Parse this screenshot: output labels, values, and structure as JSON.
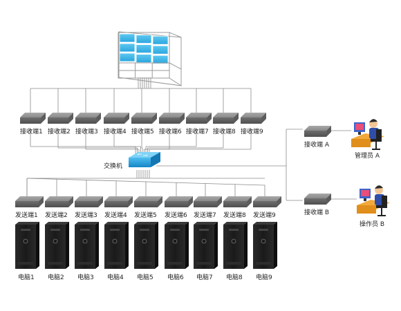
{
  "video_wall": {
    "rows": 3,
    "cols": 3,
    "panel_color": "#3ab7ea",
    "frame_color": "#9a9a9a"
  },
  "switch": {
    "label": "交换机",
    "color": "#2aa3e0"
  },
  "receivers": [
    {
      "label": "接收端1"
    },
    {
      "label": "接收端2"
    },
    {
      "label": "接收端3"
    },
    {
      "label": "接收端4"
    },
    {
      "label": "接收端5"
    },
    {
      "label": "接收端6"
    },
    {
      "label": "接收端7"
    },
    {
      "label": "接收端8"
    },
    {
      "label": "接收端9"
    }
  ],
  "senders": [
    {
      "label": "发送端1"
    },
    {
      "label": "发送端2"
    },
    {
      "label": "发送端3"
    },
    {
      "label": "发送端4"
    },
    {
      "label": "发送端5"
    },
    {
      "label": "发送端6"
    },
    {
      "label": "发送端7"
    },
    {
      "label": "发送端8"
    },
    {
      "label": "发送端9"
    }
  ],
  "computers": [
    {
      "label": "电脑1"
    },
    {
      "label": "电脑2"
    },
    {
      "label": "电脑3"
    },
    {
      "label": "电脑4"
    },
    {
      "label": "电脑5"
    },
    {
      "label": "电脑6"
    },
    {
      "label": "电脑7"
    },
    {
      "label": "电脑8"
    },
    {
      "label": "电脑9"
    }
  ],
  "operators": [
    {
      "receiver_label": "接收端 A",
      "person_label": "管理员 A"
    },
    {
      "receiver_label": "接收端 B",
      "person_label": "操作员 B"
    }
  ],
  "colors": {
    "device_gray": "#8c8c8c",
    "line": "#888888",
    "pc_black": "#1c1c1c"
  }
}
